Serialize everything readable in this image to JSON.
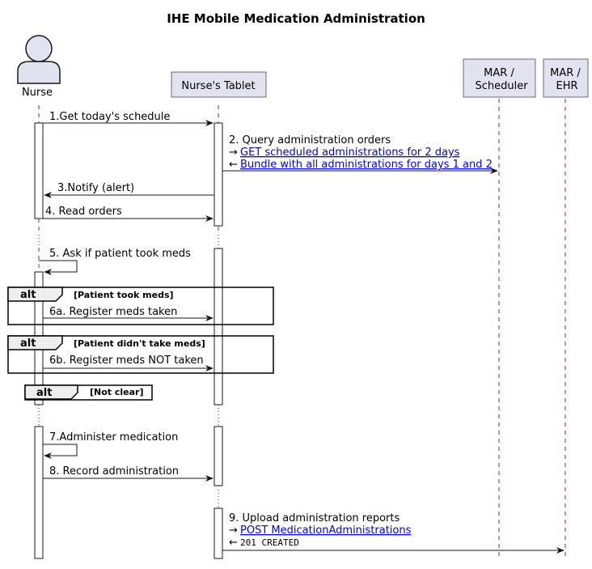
{
  "diagram": {
    "title": "IHE Mobile Medication Administration",
    "participants": {
      "nurse": "Nurse",
      "tablet": "Nurse's Tablet",
      "scheduler_line1": "MAR /",
      "scheduler_line2": "Scheduler",
      "ehr_line1": "MAR /",
      "ehr_line2": "EHR"
    },
    "messages": {
      "m1": "1.Get today's schedule",
      "m2": "2. Query administration orders",
      "m2_req_arrow": "→",
      "m2_req": "GET scheduled administrations for 2 days",
      "m2_resp_arrow": "←",
      "m2_resp": "Bundle with all administrations for days 1 and 2",
      "m3": "3.Notify (alert)",
      "m4": "4. Read orders",
      "m5": "5. Ask if patient took meds",
      "m6a": "6a. Register meds taken",
      "m6b": "6b. Register meds NOT taken",
      "m7": "7.Administer medication",
      "m8": "8. Record administration",
      "m9": "9. Upload administration reports",
      "m9_req_arrow": "→",
      "m9_req": "POST MedicationAdministrations",
      "m9_resp_arrow": "←",
      "m9_resp": "201 CREATED"
    },
    "fragments": {
      "alt1_kw": "alt",
      "alt1_cond": "[Patient took meds]",
      "alt2_kw": "alt",
      "alt2_cond": "[Patient didn't take meds]",
      "alt3_kw": "alt",
      "alt3_cond": "[Not clear]"
    }
  },
  "colors": {
    "participant_fill": "#e2e2f0",
    "lifeline": "#a80036",
    "link": "#0000ee"
  },
  "icons": [
    "person-icon"
  ]
}
